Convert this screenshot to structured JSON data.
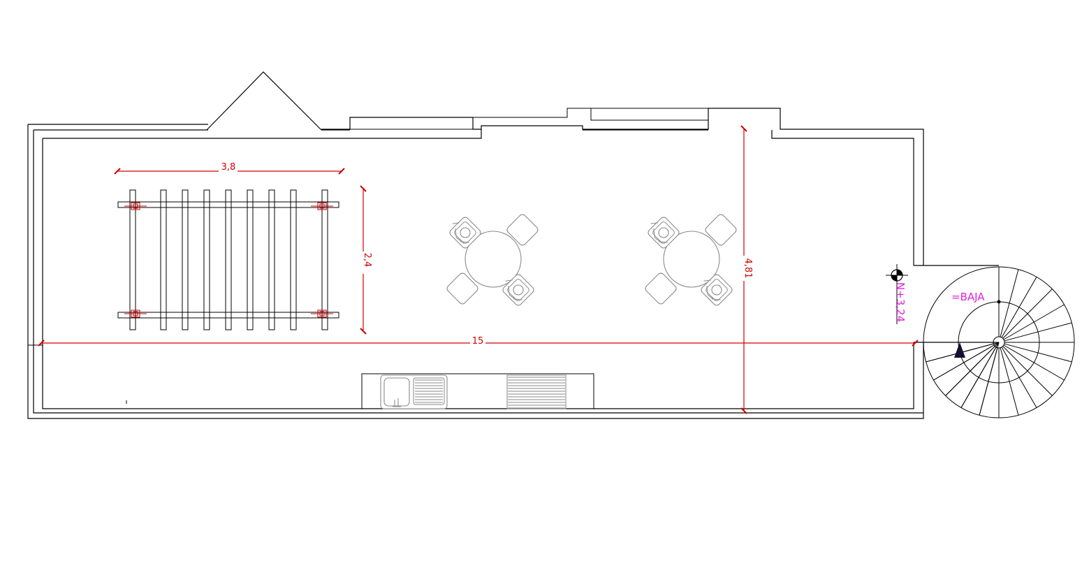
{
  "drawing": {
    "type": "floor-plan",
    "dimensions": {
      "pergola_width": "3,8",
      "pergola_depth": "2,4",
      "total_length": "15",
      "room_depth": "4,81"
    },
    "level_mark": "N+3,24",
    "stair_label": "=BAJA",
    "colors": {
      "dimension": "#d00000",
      "annotation": "#dd22dd",
      "walls": "#000000",
      "furniture": "#8a8a8a"
    }
  }
}
